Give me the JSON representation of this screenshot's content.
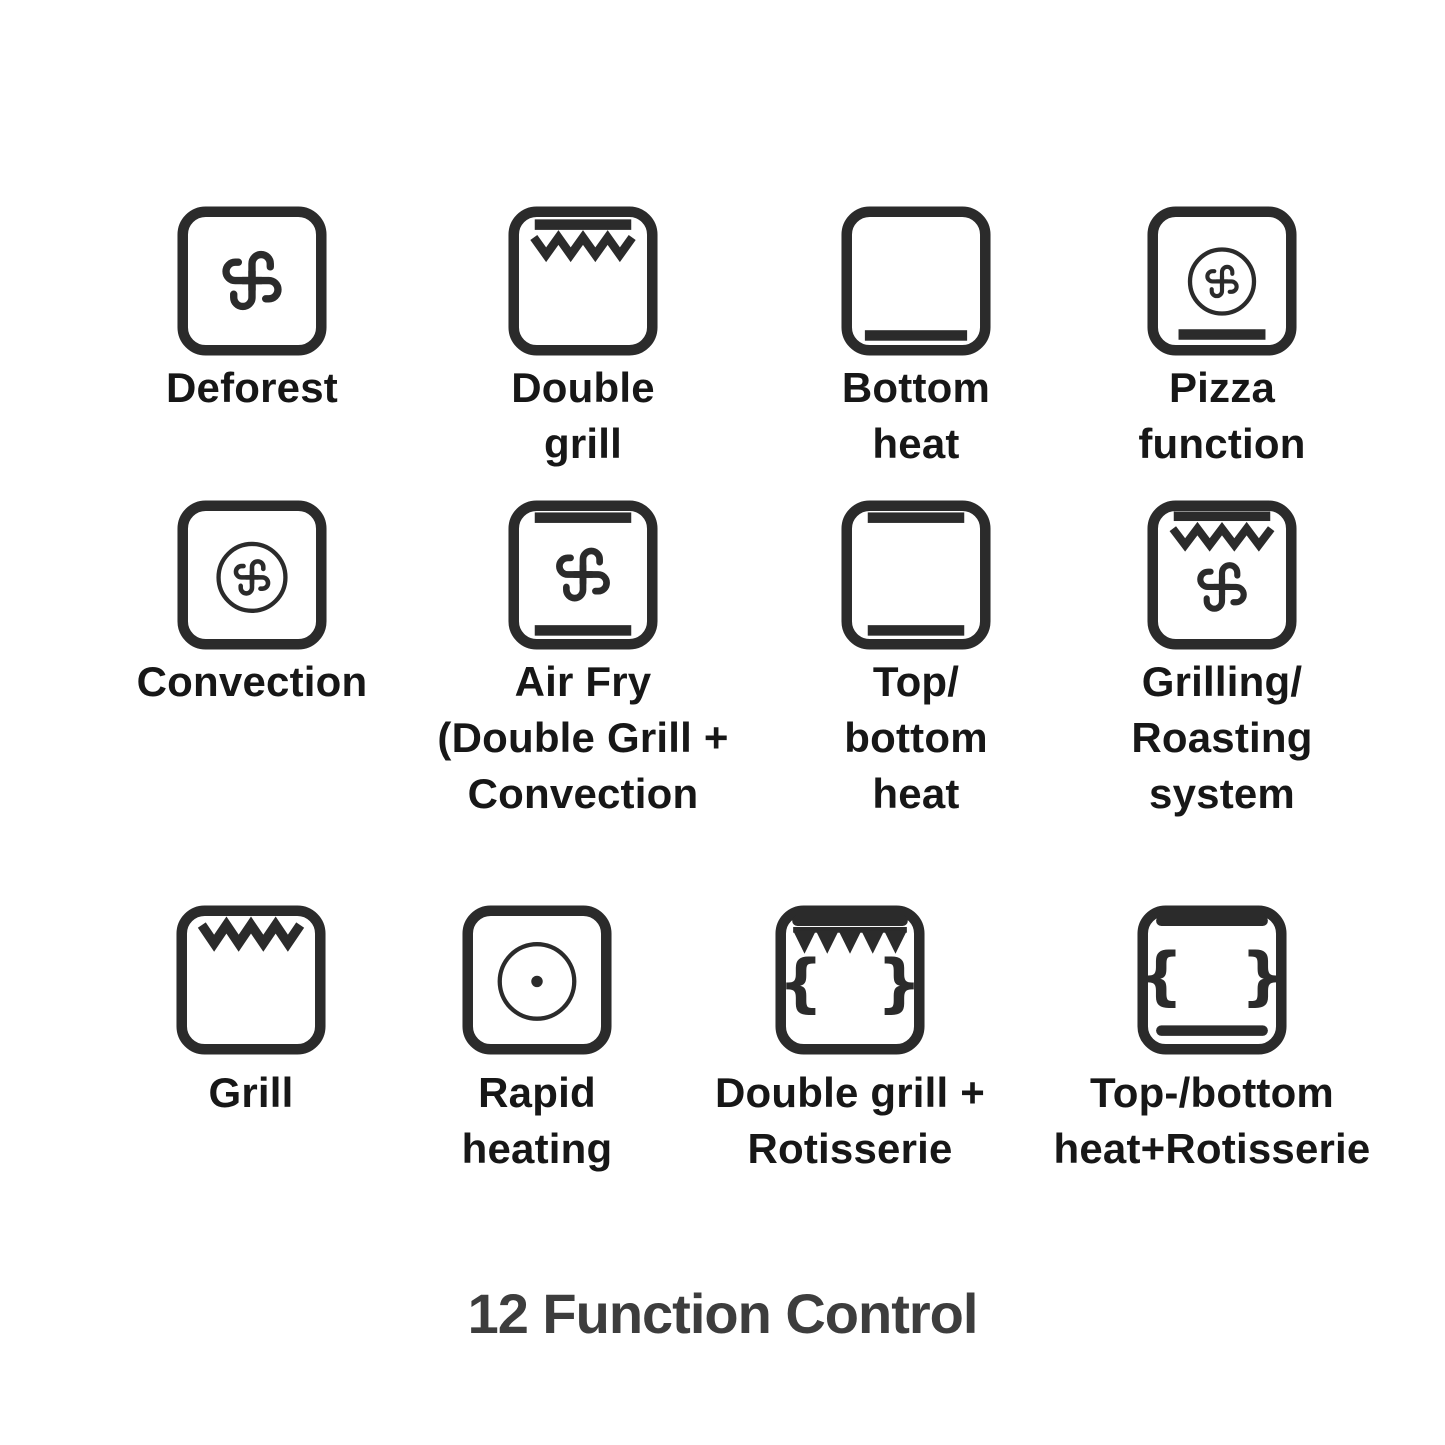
{
  "page": {
    "title": "12 Function Control"
  },
  "colors": {
    "icon": "#2b2b2b",
    "label": "#171717",
    "title": "#3d3d3d"
  },
  "functions": [
    {
      "label": "Deforest",
      "icon": "fan"
    },
    {
      "label": "Double\ngrill",
      "icon": "double-grill"
    },
    {
      "label": "Bottom\nheat",
      "icon": "bottom-heat"
    },
    {
      "label": "Pizza\nfunction",
      "icon": "pizza"
    },
    {
      "label": "Convection",
      "icon": "convection"
    },
    {
      "label": "Air Fry\n(Double Grill +\nConvection",
      "icon": "air-fry"
    },
    {
      "label": "Top/\nbottom\nheat",
      "icon": "top-bottom-heat"
    },
    {
      "label": "Grilling/\nRoasting\nsystem",
      "icon": "grill-roast-fan"
    },
    {
      "label": "Grill",
      "icon": "grill"
    },
    {
      "label": "Rapid\nheating",
      "icon": "rapid-heating"
    },
    {
      "label": "Double grill +\nRotisserie",
      "icon": "double-grill-rotisserie"
    },
    {
      "label": "Top-/bottom\nheat+Rotisserie",
      "icon": "top-bottom-rotisserie"
    }
  ]
}
